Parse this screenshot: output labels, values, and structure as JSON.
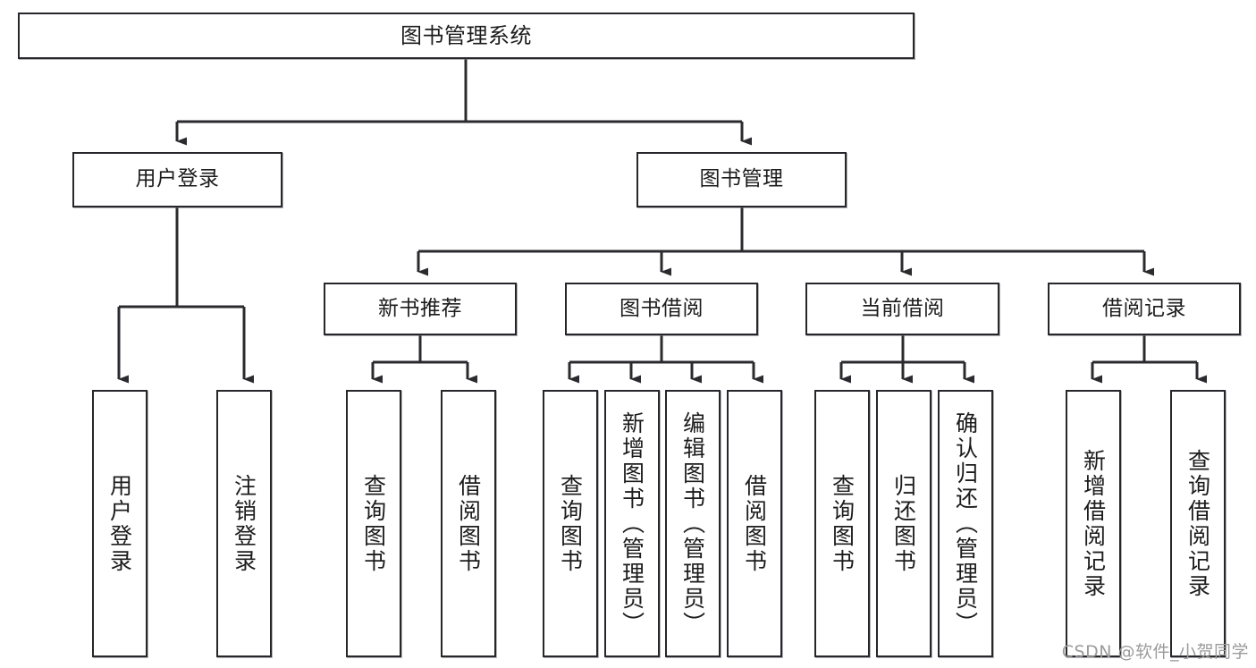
{
  "diagram": {
    "title": "图书管理系统",
    "type": "tree-hierarchy",
    "watermark": "CSDN @软件_小贺同学",
    "colors": {
      "box_border": "#26262b",
      "box_fill": "#ffffff",
      "line": "#2b2b2f",
      "text": "#1c1c1c",
      "watermark": "#9b9b9b"
    },
    "nodes": {
      "root": {
        "label": "图书管理系统"
      },
      "level2": [
        {
          "id": "user-login",
          "label": "用户登录"
        },
        {
          "id": "book-management",
          "label": "图书管理"
        }
      ],
      "level3": [
        {
          "id": "new-book-recommend",
          "label": "新书推荐"
        },
        {
          "id": "book-borrow",
          "label": "图书借阅"
        },
        {
          "id": "current-borrow",
          "label": "当前借阅"
        },
        {
          "id": "borrow-record",
          "label": "借阅记录"
        }
      ],
      "leaves": {
        "user-login": [
          {
            "id": "leaf-user-login",
            "label": "用户登录"
          },
          {
            "id": "leaf-logout-login",
            "label": "注销登录"
          }
        ],
        "new-book-recommend": [
          {
            "id": "leaf-query-book-1",
            "label": "查询图书"
          },
          {
            "id": "leaf-borrow-book-1",
            "label": "借阅图书"
          }
        ],
        "book-borrow": [
          {
            "id": "leaf-query-book-2",
            "label": "查询图书"
          },
          {
            "id": "leaf-add-book",
            "label": "新增图书（管理员）"
          },
          {
            "id": "leaf-edit-book",
            "label": "编辑图书（管理员）"
          },
          {
            "id": "leaf-borrow-book-2",
            "label": "借阅图书"
          }
        ],
        "current-borrow": [
          {
            "id": "leaf-query-book-3",
            "label": "查询图书"
          },
          {
            "id": "leaf-return-book",
            "label": "归还图书"
          },
          {
            "id": "leaf-confirm-return",
            "label": "确认归还（管理员）"
          }
        ],
        "borrow-record": [
          {
            "id": "leaf-add-record",
            "label": "新增借阅记录"
          },
          {
            "id": "leaf-query-record",
            "label": "查询借阅记录"
          }
        ]
      }
    }
  }
}
